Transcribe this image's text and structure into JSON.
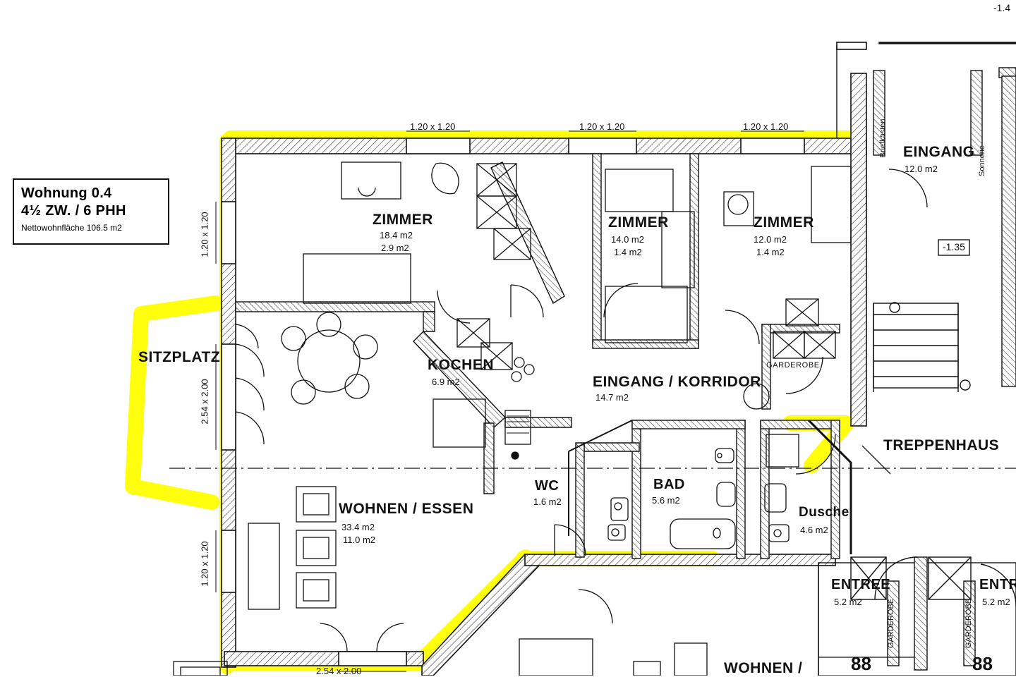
{
  "document": {
    "type": "architectural-floor-plan",
    "language": "de"
  },
  "legend": {
    "title": "Wohnung 0.4",
    "subtitle": "4½ ZW. / 6 PHH",
    "net_area": "Nettowohnfläche 106.5 m2"
  },
  "highlight_color": "#ffff00",
  "rooms": [
    {
      "name": "ZIMMER",
      "areas": [
        "18.4 m2",
        "2.9 m2"
      ]
    },
    {
      "name": "ZIMMER",
      "areas": [
        "14.0 m2",
        "1.4 m2"
      ]
    },
    {
      "name": "ZIMMER",
      "areas": [
        "12.0 m2",
        "1.4 m2"
      ]
    },
    {
      "name": "KOCHEN",
      "areas": [
        "6.9 m2"
      ]
    },
    {
      "name": "EINGANG / KORRIDOR",
      "areas": [
        "14.7 m2"
      ]
    },
    {
      "name": "WOHNEN / ESSEN",
      "areas": [
        "33.4 m2",
        "11.0 m2"
      ]
    },
    {
      "name": "WC",
      "areas": [
        "1.6 m2"
      ]
    },
    {
      "name": "BAD",
      "areas": [
        "5.6 m2"
      ]
    },
    {
      "name": "Dusche",
      "areas": [
        "4.6 m2"
      ]
    },
    {
      "name": "EINGANG",
      "areas": [
        "12.0 m2"
      ]
    },
    {
      "name": "ENTREE",
      "areas": [
        "5.2 m2"
      ]
    },
    {
      "name": "ENTREE",
      "areas": [
        "5.2 m2"
      ]
    },
    {
      "name": "SITZPLATZ",
      "areas": []
    },
    {
      "name": "TREPPENHAUS",
      "areas": []
    },
    {
      "name": "WOHNEN /",
      "areas": []
    }
  ],
  "window_dimensions": [
    {
      "text": "1.20 x 1.20"
    },
    {
      "text": "1.20 x 1.20"
    },
    {
      "text": "1.20 x 1.20"
    },
    {
      "text": "1.20 x 1.20"
    },
    {
      "text": "2.54 x 2.00"
    },
    {
      "text": "1.20 x 1.20"
    },
    {
      "text": "2.54 x 2.00"
    }
  ],
  "small_labels": [
    {
      "text": "Briefkästen"
    },
    {
      "text": "Sonnerie"
    },
    {
      "text": "GARDEROBE"
    },
    {
      "text": "GARDEROBE"
    },
    {
      "text": "GARDEROBE"
    }
  ],
  "level_marks": [
    {
      "text": "-1.4"
    },
    {
      "text": "-1.35"
    }
  ],
  "misc_text": [
    {
      "text": "88"
    },
    {
      "text": "88"
    }
  ]
}
